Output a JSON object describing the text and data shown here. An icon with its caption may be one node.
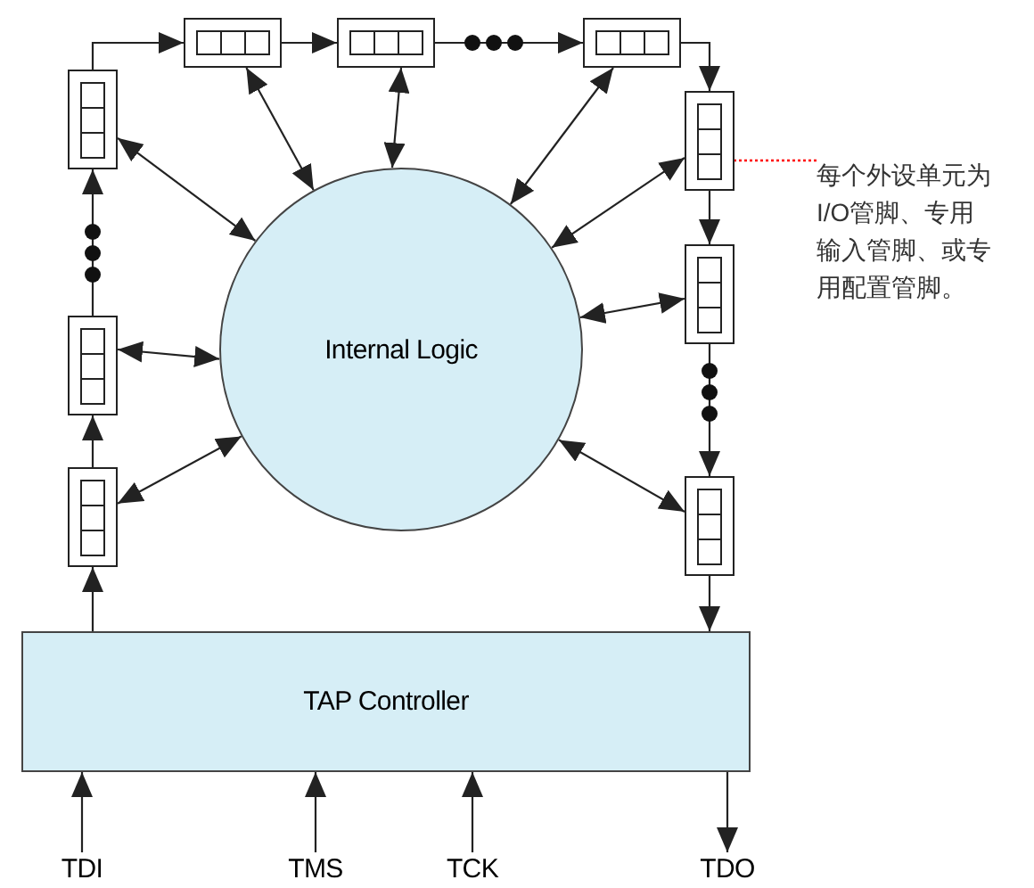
{
  "diagram": {
    "nodes": [
      {
        "text": [
          "Internal Logic"
        ]
      },
      {
        "text": [
          "TAP Controller"
        ]
      },
      {
        "text": [],
        "shape": "box"
      },
      {
        "text": [],
        "shape": "box"
      },
      {
        "text": [],
        "shape": "box"
      },
      {
        "text": [],
        "shape": "box"
      },
      {
        "text": [],
        "shape": "box"
      },
      {
        "text": [],
        "shape": "box"
      },
      {
        "text": [],
        "shape": "box"
      },
      {
        "text": [],
        "shape": "box"
      },
      {
        "text": [],
        "shape": "box"
      },
      {
        "text": [
          "每个外设单元为I/O管脚、专用输入管脚、或专用配置管脚。"
        ]
      },
      {
        "text": [
          "TDI"
        ]
      },
      {
        "text": [
          "TMS"
        ]
      },
      {
        "text": [
          "TCK"
        ]
      },
      {
        "text": [
          "TDO"
        ]
      }
    ],
    "edges": [
      {
        "from": 1,
        "to": 4,
        "arrow": "to"
      },
      {
        "from": 4,
        "to": 3,
        "arrow": "to"
      },
      {
        "from": 3,
        "to": 2,
        "arrow": "to"
      },
      {
        "from": 2,
        "to": 5,
        "arrow": "to"
      },
      {
        "from": 5,
        "to": 6,
        "arrow": "to"
      },
      {
        "from": 6,
        "to": 7,
        "arrow": "to"
      },
      {
        "from": 7,
        "to": 8,
        "arrow": "to"
      },
      {
        "from": 8,
        "to": 9,
        "arrow": "to"
      },
      {
        "from": 9,
        "to": 10,
        "arrow": "to"
      },
      {
        "from": 10,
        "to": 1,
        "arrow": "to"
      },
      {
        "from": 0,
        "to": 2,
        "arrow": "both"
      },
      {
        "from": 0,
        "to": 3,
        "arrow": "both"
      },
      {
        "from": 0,
        "to": 4,
        "arrow": "both"
      },
      {
        "from": 0,
        "to": 5,
        "arrow": "both"
      },
      {
        "from": 0,
        "to": 6,
        "arrow": "both"
      },
      {
        "from": 0,
        "to": 7,
        "arrow": "both"
      },
      {
        "from": 0,
        "to": 8,
        "arrow": "both"
      },
      {
        "from": 0,
        "to": 9,
        "arrow": "both"
      },
      {
        "from": 0,
        "to": 10,
        "arrow": "both"
      },
      {
        "from": 11,
        "to": 8,
        "arrow": "none",
        "style": "dashed",
        "color": "#ff0000"
      },
      {
        "from": 12,
        "to": 1,
        "arrow": "to"
      },
      {
        "from": 13,
        "to": 1,
        "arrow": "to"
      },
      {
        "from": 14,
        "to": 1,
        "arrow": "to"
      },
      {
        "from": 1,
        "to": 15,
        "arrow": "to"
      }
    ]
  }
}
